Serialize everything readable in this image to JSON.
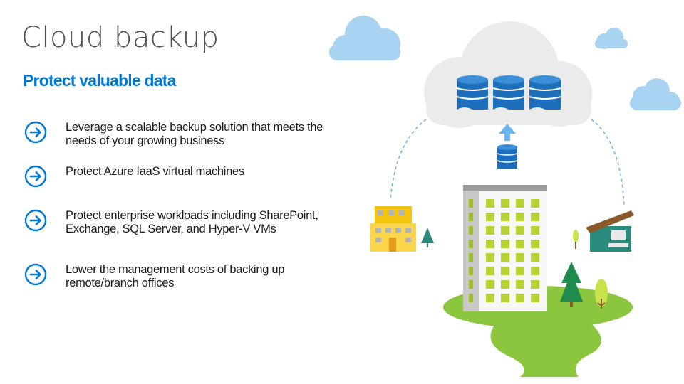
{
  "slide": {
    "title": "Cloud backup",
    "subtitle": "Protect valuable data"
  },
  "bullets": [
    {
      "icon": "arrow-circle-icon",
      "text": "Leverage a scalable backup solution that meets the needs of your growing business"
    },
    {
      "icon": "arrow-circle-icon",
      "text": "Protect Azure IaaS virtual machines"
    },
    {
      "icon": "arrow-circle-icon",
      "text": "Protect enterprise workloads including SharePoint, Exchange, SQL Server, and Hyper-V VMs"
    },
    {
      "icon": "arrow-circle-icon",
      "text": "Lower the management costs of backing up remote/branch offices"
    }
  ],
  "colors": {
    "accent": "#0078d7",
    "cloud_light": "#a8d4f2",
    "cloud_grey": "#ebebeb",
    "database": "#1e6fbb",
    "grass": "#8cc63f",
    "office_yellow": "#f5c40f",
    "house_teal": "#2a8a7e"
  }
}
